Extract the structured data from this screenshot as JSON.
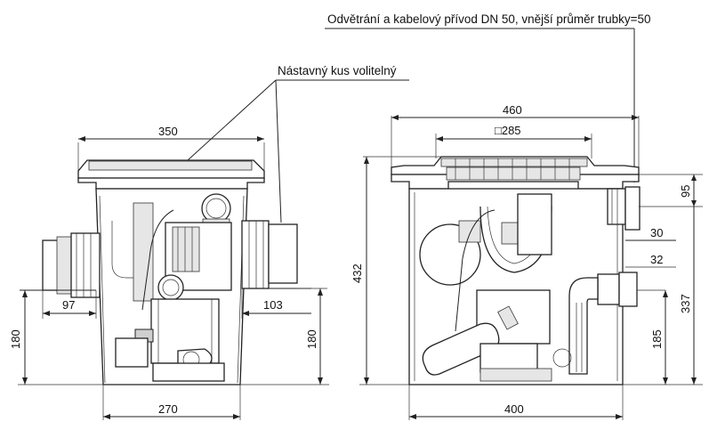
{
  "annotations": {
    "vent": "Odvětrání a kabelový přívod DN 50, vnější průměr trubky=50",
    "extension": "Nástavný kus volitelný"
  },
  "left_view": {
    "width_top": "350",
    "width_bottom": "270",
    "inlet_left": "97",
    "inlet_right": "103",
    "height_left": "180",
    "height_right": "180"
  },
  "right_view": {
    "width_top": "460",
    "square": "□285",
    "width_bottom": "400",
    "height_total": "432",
    "dim_95": "95",
    "dim_30": "30",
    "dim_32": "32",
    "dim_337": "337",
    "dim_185": "185"
  }
}
